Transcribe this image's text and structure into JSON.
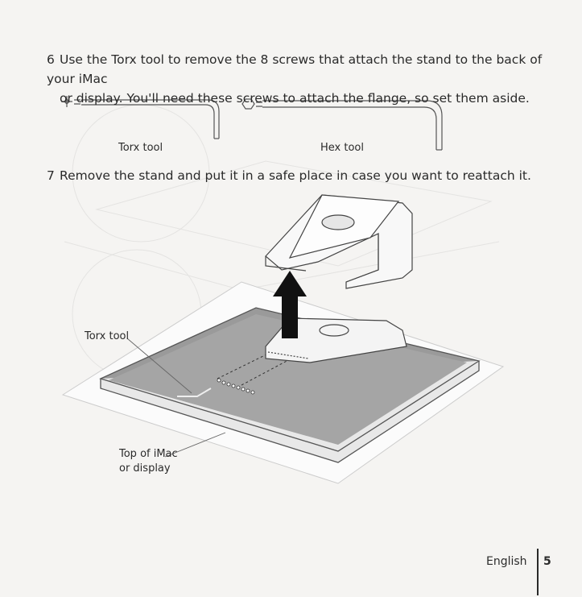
{
  "step6": {
    "number": "6",
    "line1": "Use the Torx tool to remove the 8 screws that attach the stand to the back of your iMac",
    "line2": "or display. You'll need these screws to attach the flange, so set them aside."
  },
  "tools": {
    "torx_label": "Torx tool",
    "hex_label": "Hex tool"
  },
  "step7": {
    "number": "7",
    "text": "Remove the stand and put it in a safe place in case you want to reattach it."
  },
  "illustration": {
    "torx_callout": "Torx tool",
    "top_callout_line1": "Top of iMac",
    "top_callout_line2": "or display"
  },
  "footer": {
    "language": "English",
    "page_number": "5"
  }
}
